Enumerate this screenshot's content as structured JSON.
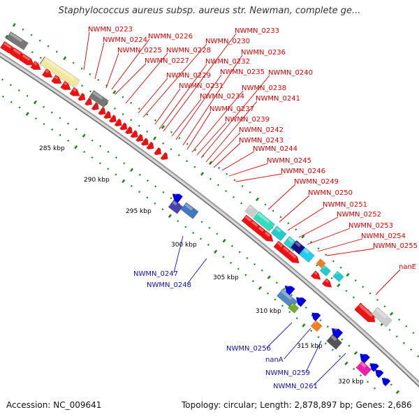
{
  "title": "Staphylococcus aureus subsp. aureus str. Newman, complete ge...",
  "footer": {
    "accession": "Accession: NC_009641",
    "topology": "Topology: circular; Length: 2,878,897 bp; Genes: 2,686"
  },
  "colors": {
    "forward_label": "#e00000",
    "reverse_label": "#1010c0",
    "backbone": "#888888",
    "tick": "#1a8a1a"
  },
  "kbp_ticks": [
    "285 kbp",
    "290 kbp",
    "295 kbp",
    "300 kbp",
    "305 kbp",
    "310 kbp",
    "315 kbp",
    "320 kbp"
  ],
  "forward_labels": [
    "NWMN_0223",
    "NWMN_0224",
    "NWMN_0225",
    "NWMN_0226",
    "NWMN_0227",
    "NWMN_0228",
    "NWMN_0229",
    "NWMN_0230",
    "NWMN_0231",
    "NWMN_0232",
    "NWMN_0233",
    "NWMN_0234",
    "NWMN_0235",
    "NWMN_0236",
    "NWMN_0237",
    "NWMN_0238",
    "NWMN_0239",
    "NWMN_0240",
    "NWMN_0241",
    "NWMN_0242",
    "NWMN_0243",
    "NWMN_0244",
    "NWMN_0245",
    "NWMN_0246",
    "NWMN_0249",
    "NWMN_0250",
    "NWMN_0251",
    "NWMN_0252",
    "NWMN_0253",
    "NWMN_0254",
    "NWMN_0255",
    "nanE"
  ],
  "reverse_labels": [
    "NWMN_0247",
    "NWMN_0248",
    "NWMN_0256",
    "nanA",
    "NWMN_0259",
    "NWMN_0261"
  ]
}
